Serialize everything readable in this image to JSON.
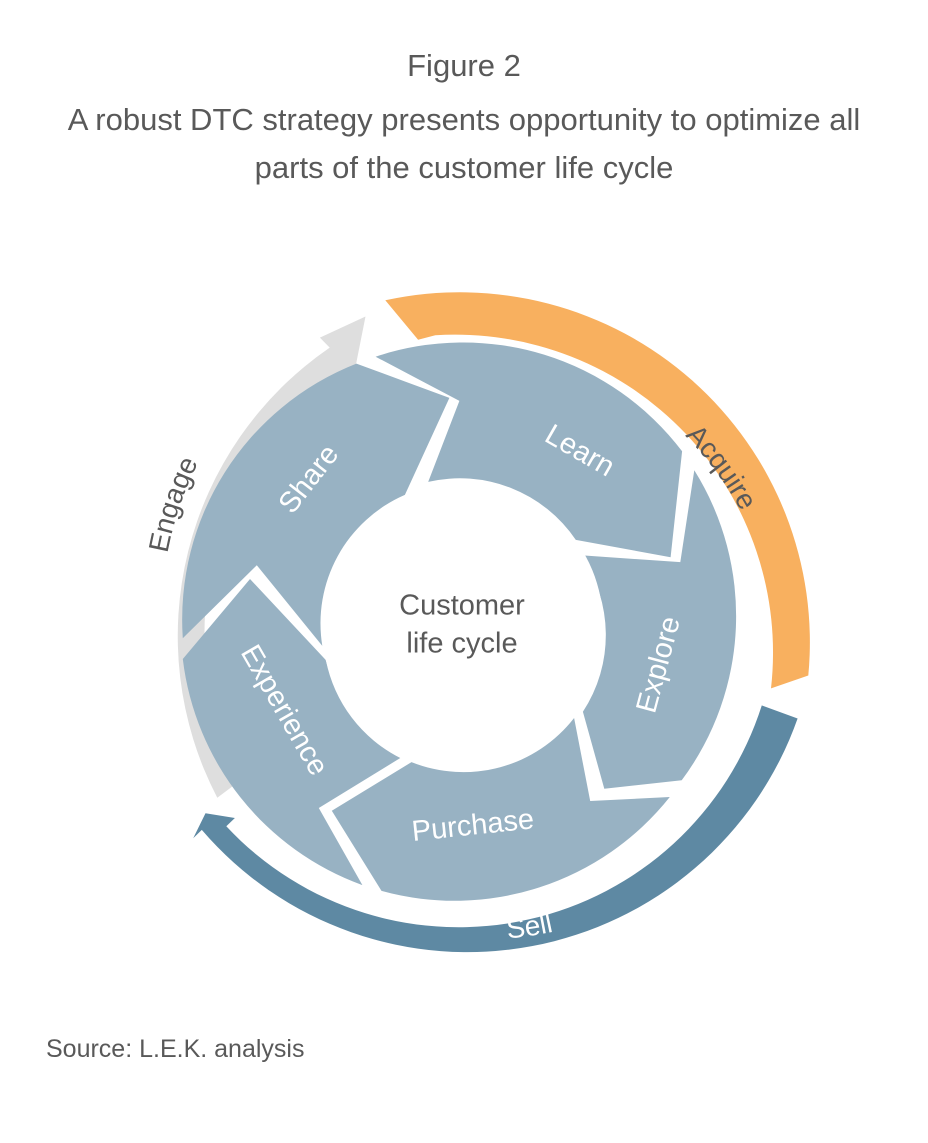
{
  "figure": {
    "label": "Figure 2",
    "title": "A robust DTC strategy presents opportunity to optimize all parts of the customer life cycle",
    "source": "Source: L.E.K. analysis"
  },
  "diagram": {
    "center": {
      "line1": "Customer",
      "line2": "life cycle"
    },
    "stages": [
      "Learn",
      "Explore",
      "Purchase",
      "Experience",
      "Share"
    ],
    "outer_arcs": [
      {
        "label": "Acquire",
        "color": "#F8B05F"
      },
      {
        "label": "Sell",
        "color": "#5E89A3"
      },
      {
        "label": "Engage",
        "color": "#DEDEDE"
      }
    ],
    "segment_color": "#98B2C3",
    "colors": {
      "text": "#595959",
      "segment_text": "#FFFFFF"
    }
  }
}
